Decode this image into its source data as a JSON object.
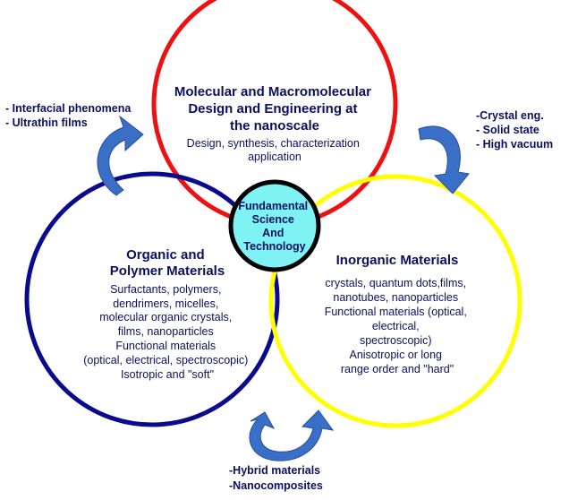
{
  "colors": {
    "top_circle": "#ee1111",
    "left_circle": "#0a0a8c",
    "right_circle": "#ffff00",
    "center_fill": "#7ff3f3",
    "center_stroke": "#000000",
    "arrow": "#3a6fc8",
    "text": "#0a1060"
  },
  "icons": {
    "curved_arrows": "curved-arrow-icon"
  },
  "top_circle": {
    "title": [
      "Molecular and Macromolecular",
      "Design and Engineering at",
      "the nanoscale"
    ],
    "body": [
      "Design, synthesis, characterization",
      "application"
    ]
  },
  "left_circle": {
    "title": [
      "Organic and",
      "Polymer Materials"
    ],
    "body": [
      "Surfactants, polymers,",
      "dendrimers, micelles,",
      "molecular organic crystals,",
      "films, nanoparticles",
      "Functional materials",
      "(optical, electrical, spectroscopic)",
      "Isotropic and \"soft\""
    ]
  },
  "right_circle": {
    "title": [
      "Inorganic Materials"
    ],
    "body": [
      "crystals, quantum dots,films,",
      "nanotubes, nanoparticles",
      "Functional materials (optical,",
      "electrical,",
      "spectroscopic)",
      "Anisotropic or long",
      "range order and \"hard\""
    ]
  },
  "center_circle": {
    "lines": [
      "Fundamental",
      "Science",
      "And",
      "Technology"
    ]
  },
  "side_labels": {
    "top_left": [
      "- Interfacial phenomena",
      "- Ultrathin films"
    ],
    "top_right": [
      "-Crystal eng.",
      "- Solid state",
      "- High vacuum"
    ],
    "bottom": [
      "-Hybrid materials",
      "-Nanocomposites"
    ]
  }
}
